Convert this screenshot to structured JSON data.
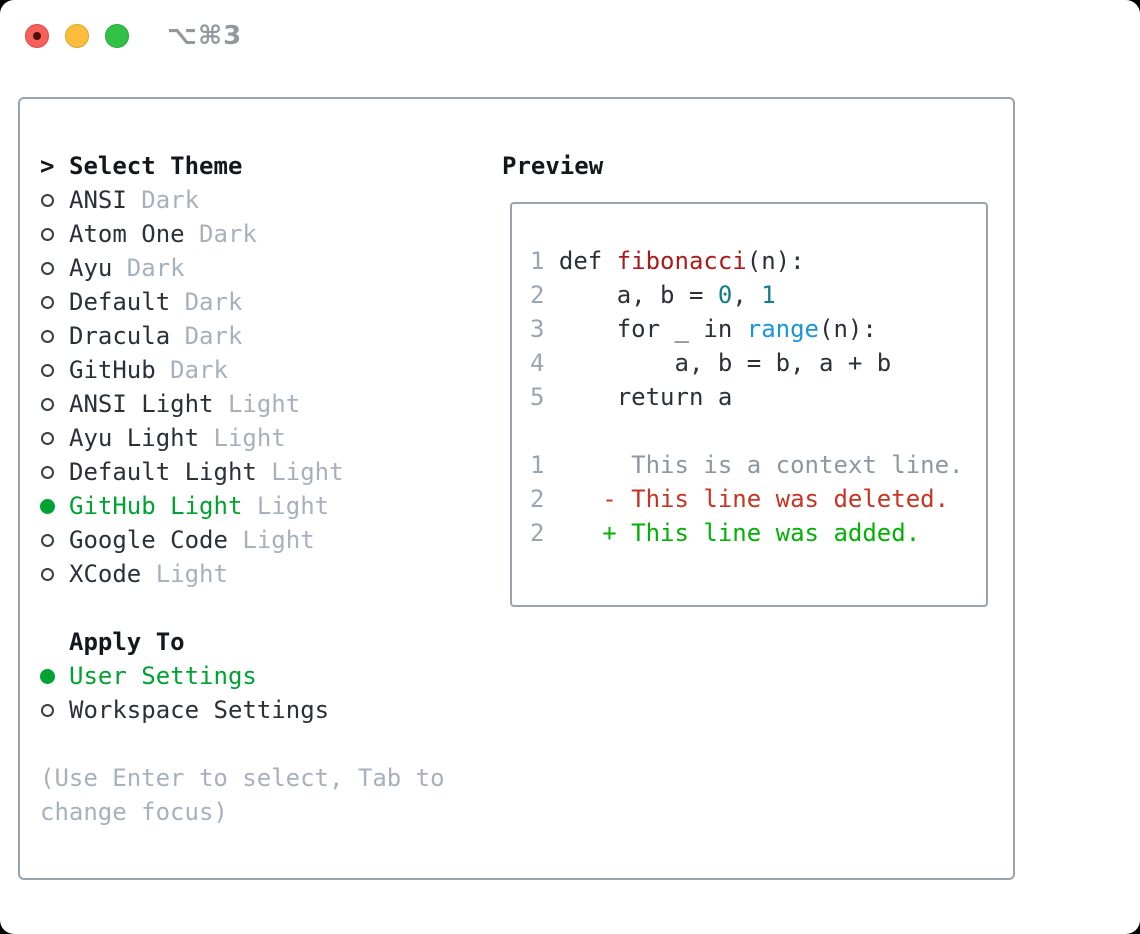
{
  "window": {
    "title": "⌥⌘3",
    "traffic_lights": {
      "close": "red",
      "minimize": "yellow",
      "zoom": "green"
    }
  },
  "theme_list": {
    "prompt": ">",
    "header": "Select Theme",
    "items": [
      {
        "name": "ANSI",
        "variant": "Dark",
        "selected": false
      },
      {
        "name": "Atom One",
        "variant": "Dark",
        "selected": false
      },
      {
        "name": "Ayu",
        "variant": "Dark",
        "selected": false
      },
      {
        "name": "Default",
        "variant": "Dark",
        "selected": false
      },
      {
        "name": "Dracula",
        "variant": "Dark",
        "selected": false
      },
      {
        "name": "GitHub",
        "variant": "Dark",
        "selected": false
      },
      {
        "name": "ANSI Light",
        "variant": "Light",
        "selected": false
      },
      {
        "name": "Ayu Light",
        "variant": "Light",
        "selected": false
      },
      {
        "name": "Default Light",
        "variant": "Light",
        "selected": false
      },
      {
        "name": "GitHub Light",
        "variant": "Light",
        "selected": true
      },
      {
        "name": "Google Code",
        "variant": "Light",
        "selected": false
      },
      {
        "name": "XCode",
        "variant": "Light",
        "selected": false
      }
    ]
  },
  "apply_to": {
    "header": "Apply To",
    "items": [
      {
        "name": "User Settings",
        "selected": true
      },
      {
        "name": "Workspace Settings",
        "selected": false
      }
    ]
  },
  "hint": {
    "line1": "(Use Enter to select, Tab to",
    "line2": "change focus)"
  },
  "preview": {
    "header": "Preview",
    "code_lines": [
      {
        "num": "1",
        "tokens": [
          {
            "text": "def ",
            "style": "code"
          },
          {
            "text": "fibonacci",
            "style": "func"
          },
          {
            "text": "(n):",
            "style": "code"
          }
        ]
      },
      {
        "num": "2",
        "tokens": [
          {
            "text": "    a, b = ",
            "style": "code"
          },
          {
            "text": "0",
            "style": "num"
          },
          {
            "text": ", ",
            "style": "code"
          },
          {
            "text": "1",
            "style": "num"
          }
        ]
      },
      {
        "num": "3",
        "tokens": [
          {
            "text": "    for _ in ",
            "style": "code"
          },
          {
            "text": "range",
            "style": "builtin"
          },
          {
            "text": "(n):",
            "style": "code"
          }
        ]
      },
      {
        "num": "4",
        "tokens": [
          {
            "text": "        a, b = b, a + b",
            "style": "code"
          }
        ]
      },
      {
        "num": "5",
        "tokens": [
          {
            "text": "    return a",
            "style": "code"
          }
        ]
      },
      {
        "num": "",
        "tokens": []
      },
      {
        "num": "1",
        "tokens": [
          {
            "text": "     This is a context line.",
            "style": "context"
          }
        ]
      },
      {
        "num": "2",
        "tokens": [
          {
            "text": "   - This line was deleted.",
            "style": "deleted"
          }
        ]
      },
      {
        "num": "2",
        "tokens": [
          {
            "text": "   + This line was added.",
            "style": "added"
          }
        ]
      }
    ]
  },
  "colors": {
    "selection_green": "#00a331",
    "diff_added_green": "#04b004",
    "diff_deleted_red": "#c53522",
    "function_red": "#aa1c1c",
    "number_teal": "#107d87",
    "builtin_blue": "#1a96d4",
    "muted_gray": "#a7b1bd",
    "line_number_gray": "#9aa5b3",
    "border_gray": "#9aa4b0",
    "text_dark": "#2b3138",
    "traffic_red": "#f8605a",
    "traffic_yellow": "#fbbd3b",
    "traffic_green": "#31c147"
  }
}
